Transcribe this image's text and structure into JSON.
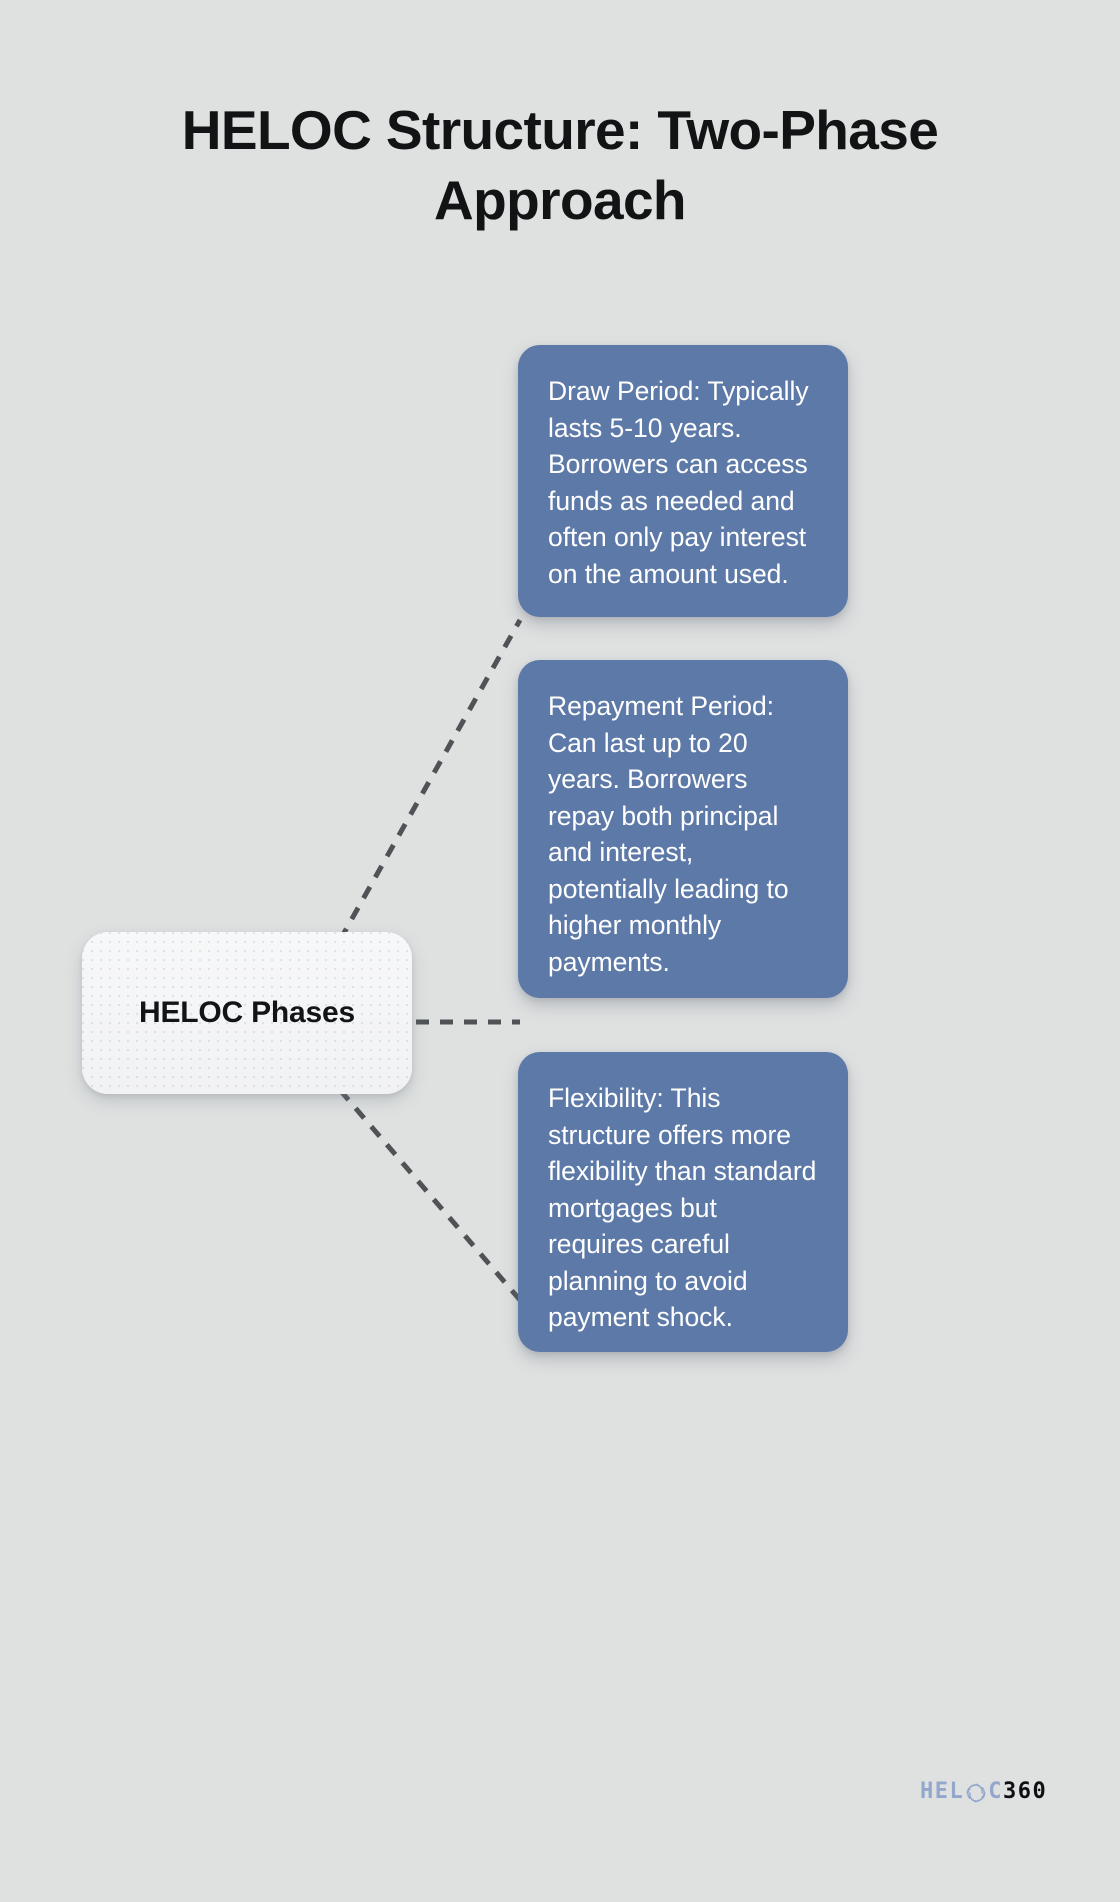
{
  "page": {
    "background_color": "#dfe1e1",
    "title": "HELOC Structure: Two-Phase\nApproach"
  },
  "center_node": {
    "label": "HELOC Phases",
    "background_color": "#f3f4f6",
    "text_color": "#121416"
  },
  "connectors": {
    "style": "dashed",
    "color": "#4f5356",
    "count": 3
  },
  "branches": [
    {
      "id": "draw-period",
      "text": "Draw Period: Typically lasts 5-10 years. Borrowers can access funds as needed and often only pay interest on the amount used.",
      "background_color": "#5d79a8",
      "text_color": "#ffffff"
    },
    {
      "id": "repayment-period",
      "text": "Repayment Period: Can last up to 20 years. Borrowers repay both principal and interest, potentially leading to higher monthly payments.",
      "background_color": "#5d79a8",
      "text_color": "#ffffff"
    },
    {
      "id": "flexibility",
      "text": "Flexibility: This structure offers more flexibility than standard mortgages but requires careful planning to avoid payment shock.",
      "background_color": "#5d79a8",
      "text_color": "#ffffff"
    }
  ],
  "logo": {
    "primary_text": "HEL",
    "icon_name": "swirl-o-icon",
    "secondary_text": "C",
    "suffix_text": "360",
    "primary_color": "#93a6cc",
    "suffix_color": "#0d0f12"
  }
}
